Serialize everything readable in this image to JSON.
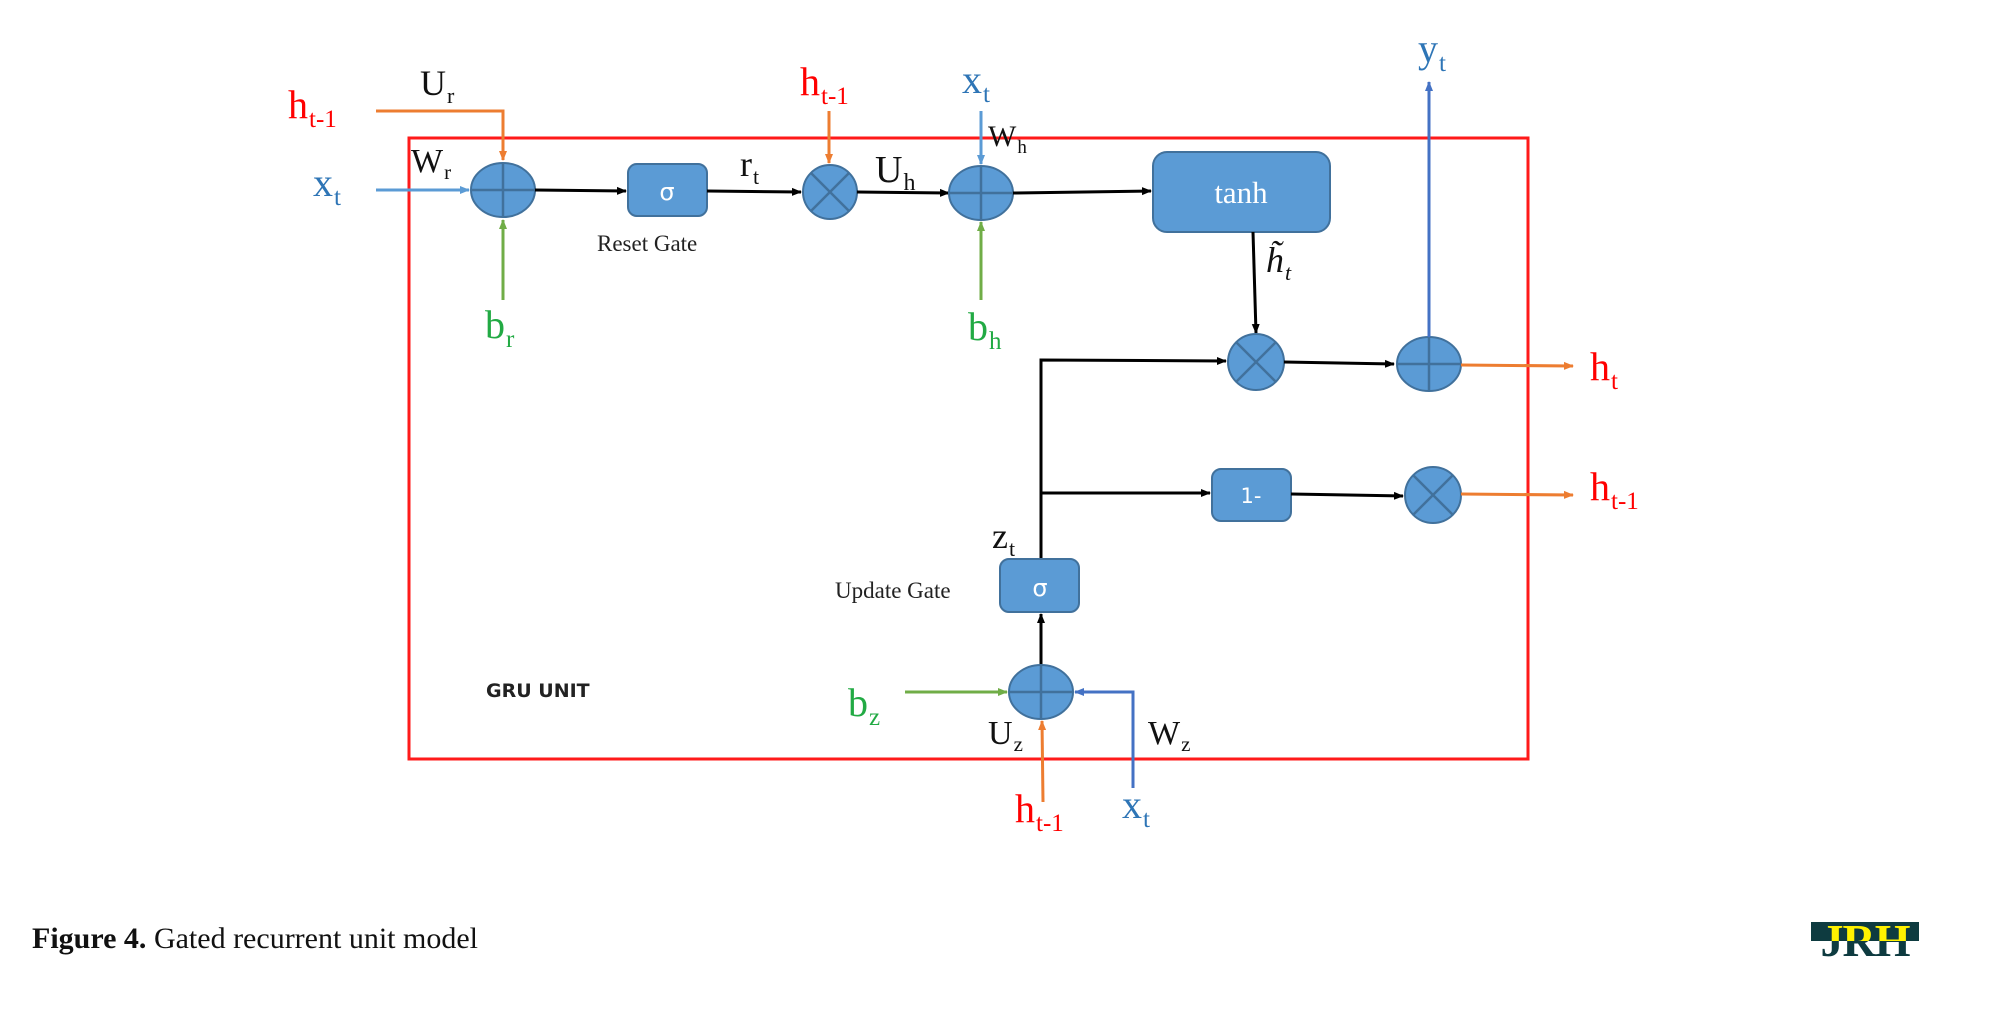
{
  "figure": {
    "caption_label": "Figure 4.",
    "caption_text": " Gated recurrent unit model",
    "logo_text": "JRH"
  },
  "colors": {
    "unit_border": "#ff1a1a",
    "node_fill": "#5b9bd5",
    "node_stroke": "#41719c",
    "hidden_label": "#ff0000",
    "input_label": "#2e75b6",
    "bias_label": "#22aa44",
    "hidden_arrow": "#ed7d31",
    "input_arrow": "#5b9bd5",
    "output_arrow": "#4472c4",
    "bias_arrow": "#70ad47",
    "flow_arrow": "#000000"
  },
  "unit": {
    "title": "GRU UNIT"
  },
  "blocks": {
    "reset_sigma": "σ",
    "reset_gate_label": "Reset Gate",
    "tanh": "tanh",
    "one_minus": "1-",
    "update_sigma": "σ",
    "update_gate_label": "Update Gate"
  },
  "labels": {
    "reset_hidden_in": {
      "base": "h",
      "sub": "t-1"
    },
    "reset_weight_u": {
      "base": "U",
      "sub": "r"
    },
    "reset_weight_w": {
      "base": "W",
      "sub": "r"
    },
    "reset_input": {
      "base": "x",
      "sub": "t"
    },
    "reset_bias": {
      "base": "b",
      "sub": "r"
    },
    "reset_output": {
      "base": "r",
      "sub": "t"
    },
    "cand_hidden_in": {
      "base": "h",
      "sub": "t-1"
    },
    "cand_weight_u": {
      "base": "U",
      "sub": "h"
    },
    "cand_input": {
      "base": "x",
      "sub": "t"
    },
    "cand_weight_w": {
      "base": "W",
      "sub": "h"
    },
    "cand_bias": {
      "base": "b",
      "sub": "h"
    },
    "cand_state": {
      "base": "h̃",
      "sub": "t"
    },
    "output_y": {
      "base": "y",
      "sub": "t"
    },
    "output_h": {
      "base": "h",
      "sub": "t"
    },
    "output_h_prev": {
      "base": "h",
      "sub": "t-1"
    },
    "update_output": {
      "base": "z",
      "sub": "t"
    },
    "update_bias": {
      "base": "b",
      "sub": "z"
    },
    "update_weight_u": {
      "base": "U",
      "sub": "z"
    },
    "update_weight_w": {
      "base": "W",
      "sub": "z"
    },
    "update_hidden_in": {
      "base": "h",
      "sub": "t-1"
    },
    "update_input": {
      "base": "x",
      "sub": "t"
    }
  },
  "nodes": {
    "reset_sum": "add",
    "reset_mult": "multiply",
    "cand_sum": "add",
    "cand_mult": "multiply",
    "output_sum": "add",
    "prev_mult": "multiply",
    "update_sum": "add"
  }
}
